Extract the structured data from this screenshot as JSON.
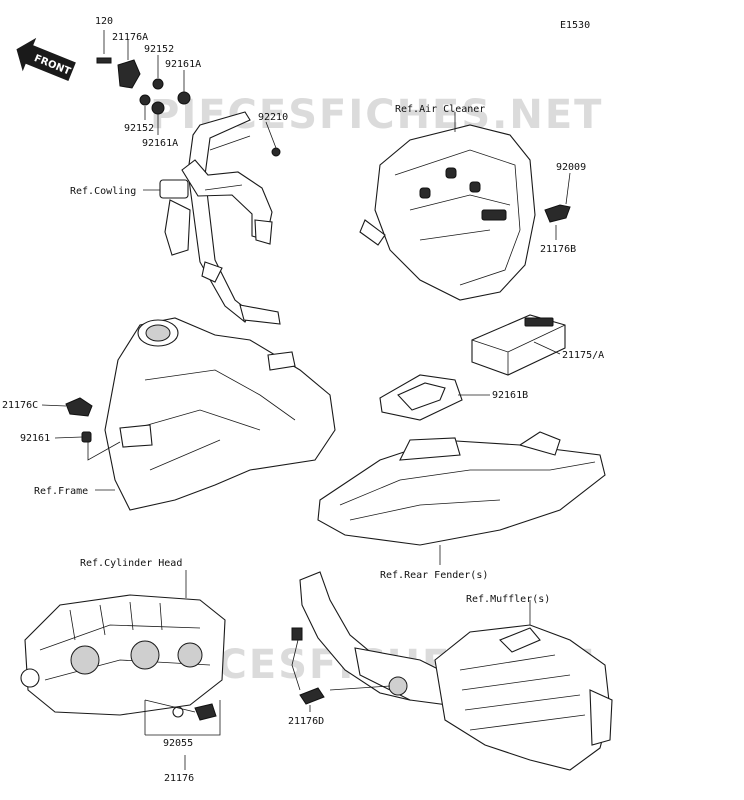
{
  "diagram_code": "E1530",
  "watermark": "PIECESFICHES.NET",
  "front_label": "FRONT",
  "parts": {
    "p120": "120",
    "p21176A": "21176A",
    "p92152_top": "92152",
    "p92161A_top": "92161A",
    "p92152_bottom": "92152",
    "p92161A_bottom": "92161A",
    "p92210": "92210",
    "p92009": "92009",
    "p21176B": "21176B",
    "p21175A": "21175/A",
    "p92161B": "92161B",
    "p21176C": "21176C",
    "p92161": "92161",
    "p92055": "92055",
    "p21176": "21176",
    "p21176D": "21176D"
  },
  "refs": {
    "air_cleaner": "Ref.Air Cleaner",
    "cowling": "Ref.Cowling",
    "frame": "Ref.Frame",
    "rear_fender": "Ref.Rear Fender(s)",
    "cylinder_head": "Ref.Cylinder Head",
    "muffler": "Ref.Muffler(s)"
  }
}
